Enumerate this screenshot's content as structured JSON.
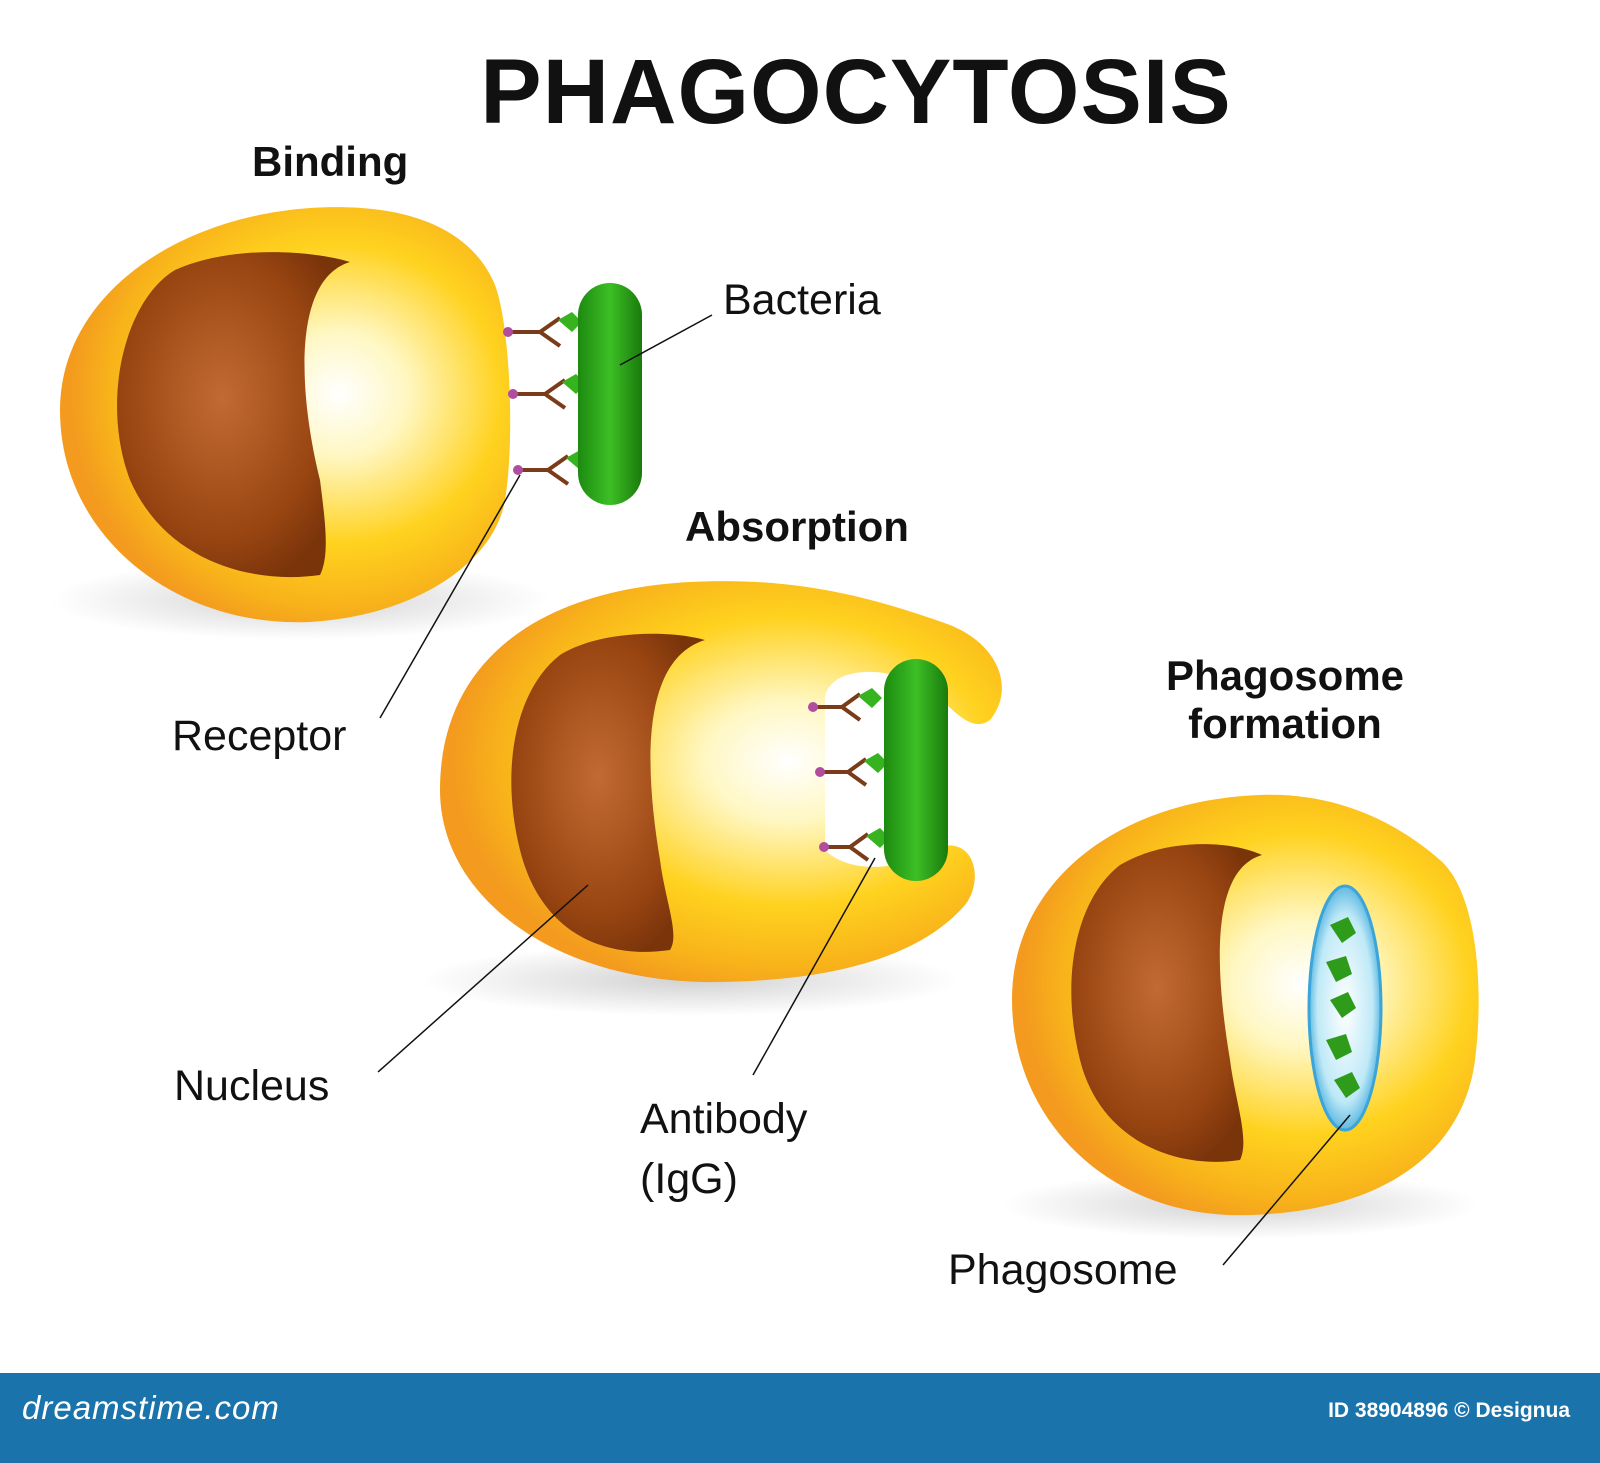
{
  "title": "PHAGOCYTOSIS",
  "stages": {
    "binding": "Binding",
    "absorption": "Absorption",
    "phagosome_formation_line1": "Phagosome",
    "phagosome_formation_line2": "formation"
  },
  "parts": {
    "bacteria": "Bacteria",
    "receptor": "Receptor",
    "nucleus": "Nucleus",
    "antibody_line1": "Antibody",
    "antibody_line2": "(IgG)",
    "phagosome": "Phagosome"
  },
  "footer": {
    "brand": "dreamstime.com",
    "credit": "ID 38904896 © Designua"
  },
  "colors": {
    "cell_outer": "#f39a1f",
    "cell_inner": "#fff3a8",
    "nucleus": "#9a4612",
    "bacteria": "#2ea01a",
    "phagosome": "#bfe9f7",
    "footer_bg": "#1a74ab"
  }
}
